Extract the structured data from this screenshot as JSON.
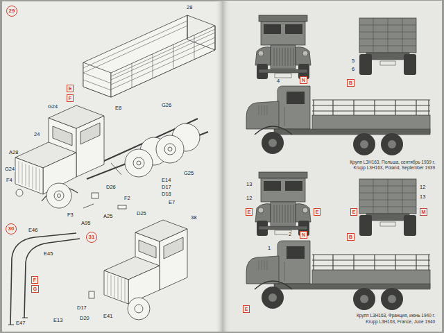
{
  "diagram": {
    "nodes": [
      {
        "text": [
          "29"
        ]
      },
      {
        "text": [
          "E"
        ]
      },
      {
        "text": [
          "F"
        ]
      },
      {
        "text": [
          "30"
        ]
      },
      {
        "text": [
          "F"
        ]
      },
      {
        "text": [
          "G"
        ]
      },
      {
        "text": [
          "31"
        ]
      },
      {
        "text": [
          "N"
        ]
      },
      {
        "text": [
          "B"
        ]
      },
      {
        "text": [
          "E"
        ]
      },
      {
        "text": [
          "E"
        ]
      },
      {
        "text": [
          "E"
        ]
      },
      {
        "text": [
          "M"
        ]
      },
      {
        "text": [
          "N"
        ]
      },
      {
        "text": [
          "B"
        ]
      },
      {
        "text": [
          "E"
        ]
      }
    ],
    "labels": [
      "28",
      "G24",
      "E8",
      "G26",
      "G25",
      "E14",
      "D17",
      "D18",
      "E7",
      "F2",
      "D26",
      "D25",
      "A25",
      "A95",
      "F3",
      "A28",
      "G24",
      "F4",
      "24",
      "38",
      "E46",
      "E45",
      "E47",
      "E13",
      "D17",
      "D20",
      "E41",
      "4",
      "5",
      "6",
      "Крупп L3H163, Польша, сентябрь 1939 г.",
      "Krupp L3H163, Poland, September 1939",
      "13",
      "12",
      "12",
      "13",
      "1",
      "2",
      "Крупп L3H163, Франция, июнь 1940 г.",
      "Krupp L3H163, France, June 1940"
    ]
  }
}
